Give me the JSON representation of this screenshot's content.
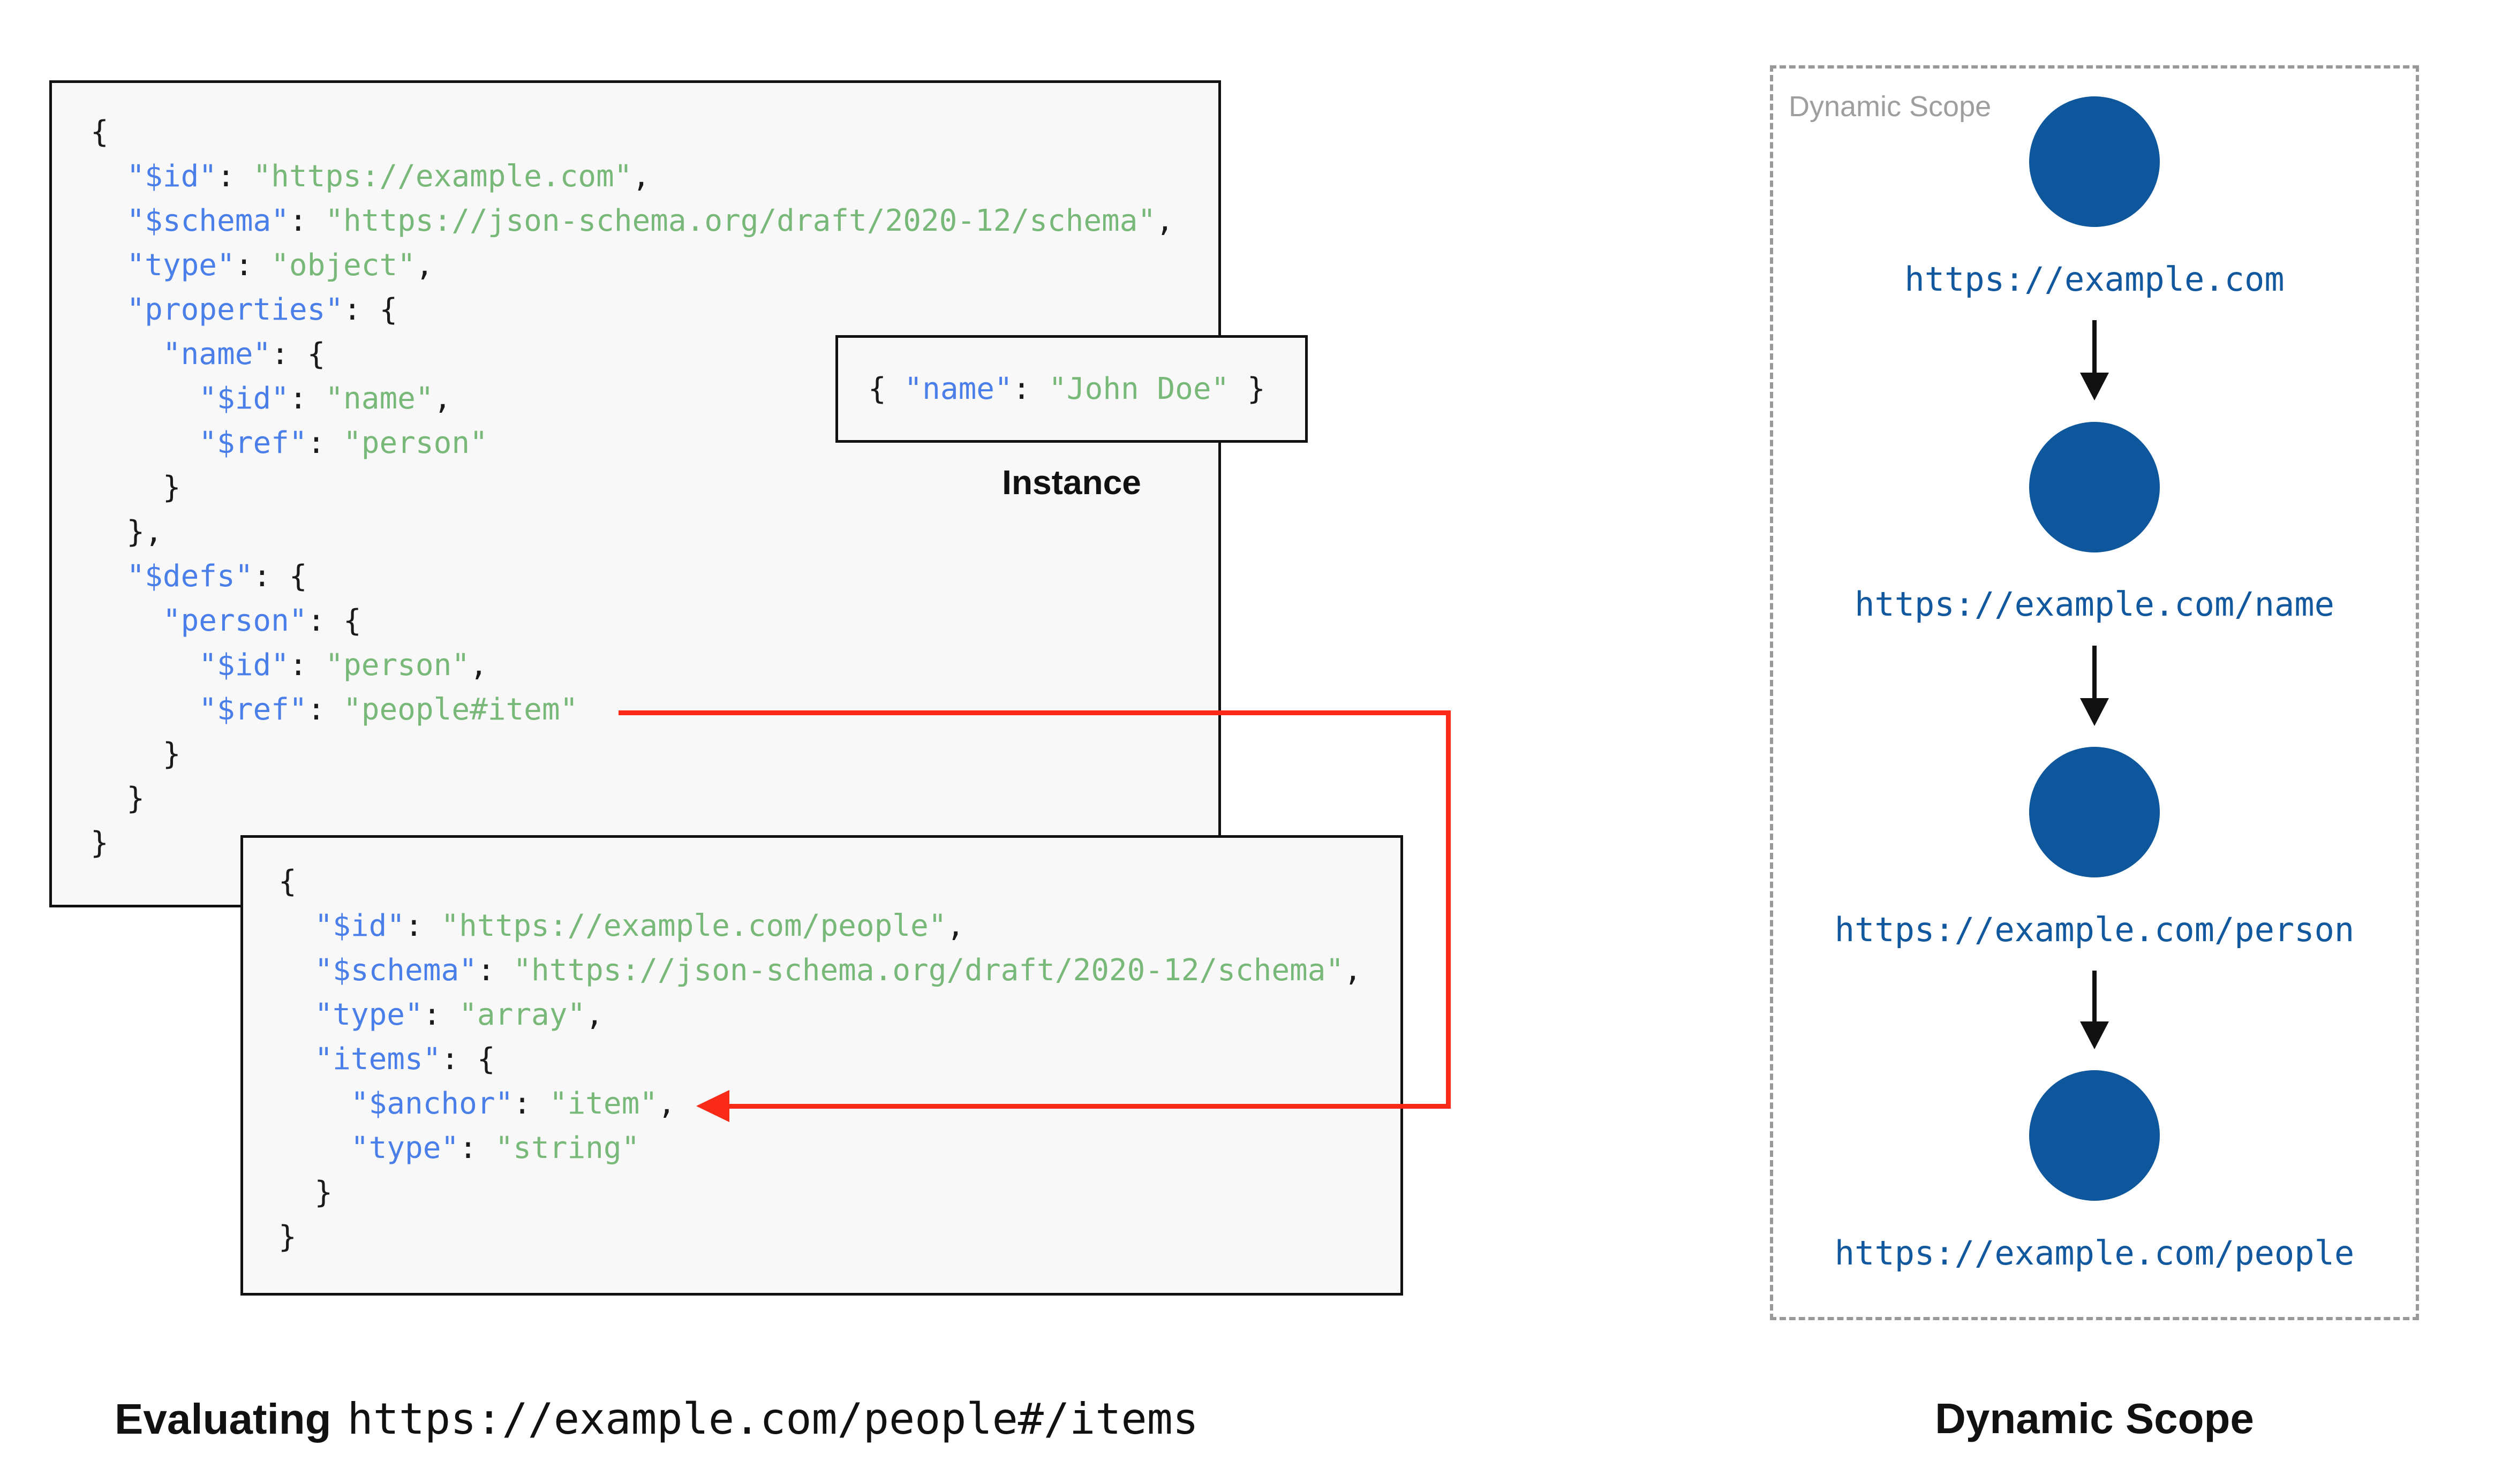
{
  "colors": {
    "code_key_blue": "#4a7ee8",
    "code_string_green": "#78b878",
    "code_plain_ink": "#1a1a1a",
    "scope_node_blue": "#0f579d",
    "scope_label_blue": "#11589e",
    "ref_connector_red": "#fa2a18",
    "dashed_border_gray": "#999999",
    "panel_label_gray": "#9e9e9e",
    "codebox_background": "#f8f8f8"
  },
  "schema_root": {
    "lines": [
      [
        [
          "p",
          "{"
        ]
      ],
      [
        [
          "p",
          "  "
        ],
        [
          "k",
          "\"$id\""
        ],
        [
          "p",
          ": "
        ],
        [
          "s",
          "\"https://example.com\""
        ],
        [
          "p",
          ","
        ]
      ],
      [
        [
          "p",
          "  "
        ],
        [
          "k",
          "\"$schema\""
        ],
        [
          "p",
          ": "
        ],
        [
          "s",
          "\"https://json-schema.org/draft/2020-12/schema\""
        ],
        [
          "p",
          ","
        ]
      ],
      [
        [
          "p",
          "  "
        ],
        [
          "k",
          "\"type\""
        ],
        [
          "p",
          ": "
        ],
        [
          "s",
          "\"object\""
        ],
        [
          "p",
          ","
        ]
      ],
      [
        [
          "p",
          "  "
        ],
        [
          "k",
          "\"properties\""
        ],
        [
          "p",
          ": {"
        ]
      ],
      [
        [
          "p",
          "    "
        ],
        [
          "k",
          "\"name\""
        ],
        [
          "p",
          ": {"
        ]
      ],
      [
        [
          "p",
          "      "
        ],
        [
          "k",
          "\"$id\""
        ],
        [
          "p",
          ": "
        ],
        [
          "s",
          "\"name\""
        ],
        [
          "p",
          ","
        ]
      ],
      [
        [
          "p",
          "      "
        ],
        [
          "k",
          "\"$ref\""
        ],
        [
          "p",
          ": "
        ],
        [
          "s",
          "\"person\""
        ]
      ],
      [
        [
          "p",
          "    }"
        ]
      ],
      [
        [
          "p",
          "  },"
        ]
      ],
      [
        [
          "p",
          "  "
        ],
        [
          "k",
          "\"$defs\""
        ],
        [
          "p",
          ": {"
        ]
      ],
      [
        [
          "p",
          "    "
        ],
        [
          "k",
          "\"person\""
        ],
        [
          "p",
          ": {"
        ]
      ],
      [
        [
          "p",
          "      "
        ],
        [
          "k",
          "\"$id\""
        ],
        [
          "p",
          ": "
        ],
        [
          "s",
          "\"person\""
        ],
        [
          "p",
          ","
        ]
      ],
      [
        [
          "p",
          "      "
        ],
        [
          "k",
          "\"$ref\""
        ],
        [
          "p",
          ": "
        ],
        [
          "s",
          "\"people#item\""
        ]
      ],
      [
        [
          "p",
          "    }"
        ]
      ],
      [
        [
          "p",
          "  }"
        ]
      ],
      [
        [
          "p",
          "}"
        ]
      ]
    ]
  },
  "instance": {
    "lines": [
      [
        [
          "p",
          "{ "
        ],
        [
          "k",
          "\"name\""
        ],
        [
          "p",
          ": "
        ],
        [
          "s",
          "\"John Doe\""
        ],
        [
          "p",
          " }"
        ]
      ]
    ],
    "caption": "Instance"
  },
  "schema_people": {
    "lines": [
      [
        [
          "p",
          "{"
        ]
      ],
      [
        [
          "p",
          "  "
        ],
        [
          "k",
          "\"$id\""
        ],
        [
          "p",
          ": "
        ],
        [
          "s",
          "\"https://example.com/people\""
        ],
        [
          "p",
          ","
        ]
      ],
      [
        [
          "p",
          "  "
        ],
        [
          "k",
          "\"$schema\""
        ],
        [
          "p",
          ": "
        ],
        [
          "s",
          "\"https://json-schema.org/draft/2020-12/schema\""
        ],
        [
          "p",
          ","
        ]
      ],
      [
        [
          "p",
          "  "
        ],
        [
          "k",
          "\"type\""
        ],
        [
          "p",
          ": "
        ],
        [
          "s",
          "\"array\""
        ],
        [
          "p",
          ","
        ]
      ],
      [
        [
          "p",
          "  "
        ],
        [
          "k",
          "\"items\""
        ],
        [
          "p",
          ": {"
        ]
      ],
      [
        [
          "p",
          "    "
        ],
        [
          "k",
          "\"$anchor\""
        ],
        [
          "p",
          ": "
        ],
        [
          "s",
          "\"item\""
        ],
        [
          "p",
          ","
        ]
      ],
      [
        [
          "p",
          "    "
        ],
        [
          "k",
          "\"type\""
        ],
        [
          "p",
          ": "
        ],
        [
          "s",
          "\"string\""
        ]
      ],
      [
        [
          "p",
          "  }"
        ]
      ],
      [
        [
          "p",
          "}"
        ]
      ]
    ]
  },
  "scope": {
    "panel_label": "Dynamic Scope",
    "nodes": [
      "https://example.com",
      "https://example.com/name",
      "https://example.com/person",
      "https://example.com/people"
    ]
  },
  "captions": {
    "evaluating_label": "Evaluating",
    "evaluating_uri": "https://example.com/people#/items",
    "dynamic_scope": "Dynamic Scope"
  }
}
